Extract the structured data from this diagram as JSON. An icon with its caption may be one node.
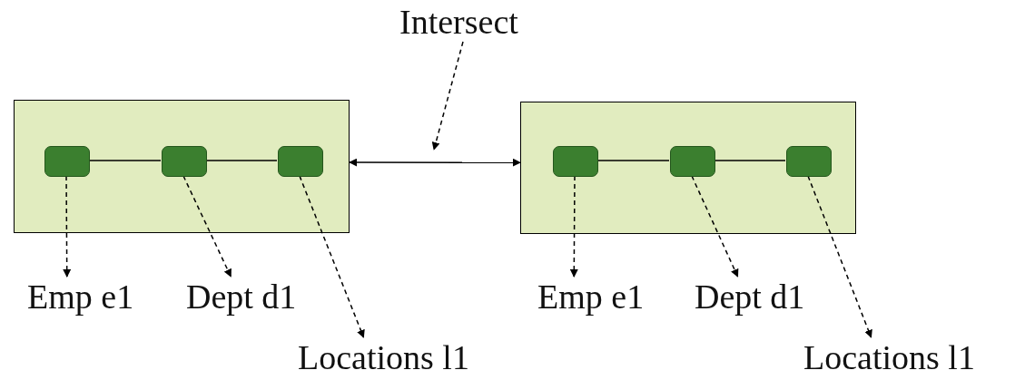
{
  "diagram": {
    "nodes": [
      {
        "text": [],
        "shape": "box"
      },
      {
        "text": [],
        "shape": "box",
        "in": 0
      },
      {
        "text": [],
        "shape": "box",
        "in": 0
      },
      {
        "text": [],
        "shape": "box",
        "in": 0
      },
      {
        "text": [],
        "shape": "box"
      },
      {
        "text": [],
        "shape": "box",
        "in": 4
      },
      {
        "text": [],
        "shape": "box",
        "in": 4
      },
      {
        "text": [],
        "shape": "box",
        "in": 4
      },
      {
        "text": [
          "Intersect"
        ]
      },
      {
        "text": [
          "Emp e1"
        ]
      },
      {
        "text": [
          "Dept d1"
        ]
      },
      {
        "text": [
          "Locations l1"
        ]
      },
      {
        "text": [
          "Emp e1"
        ]
      },
      {
        "text": [
          "Dept d1"
        ]
      },
      {
        "text": [
          "Locations l1"
        ]
      }
    ],
    "edges": [
      {
        "from": 1,
        "to": 2,
        "arrow": "none"
      },
      {
        "from": 2,
        "to": 3,
        "arrow": "none"
      },
      {
        "from": 5,
        "to": 6,
        "arrow": "none"
      },
      {
        "from": 6,
        "to": 7,
        "arrow": "none"
      },
      {
        "from": 0,
        "to": 4,
        "arrow": "both"
      },
      {
        "from": 8,
        "to": null,
        "arrow": "to",
        "style": "dashed"
      },
      {
        "from": 1,
        "to": 9,
        "arrow": "to",
        "style": "dashed"
      },
      {
        "from": 2,
        "to": 10,
        "arrow": "to",
        "style": "dashed"
      },
      {
        "from": 3,
        "to": 11,
        "arrow": "to",
        "style": "dashed"
      },
      {
        "from": 5,
        "to": 12,
        "arrow": "to",
        "style": "dashed"
      },
      {
        "from": 6,
        "to": 13,
        "arrow": "to",
        "style": "dashed"
      },
      {
        "from": 7,
        "to": 14,
        "arrow": "to",
        "style": "dashed"
      }
    ]
  }
}
